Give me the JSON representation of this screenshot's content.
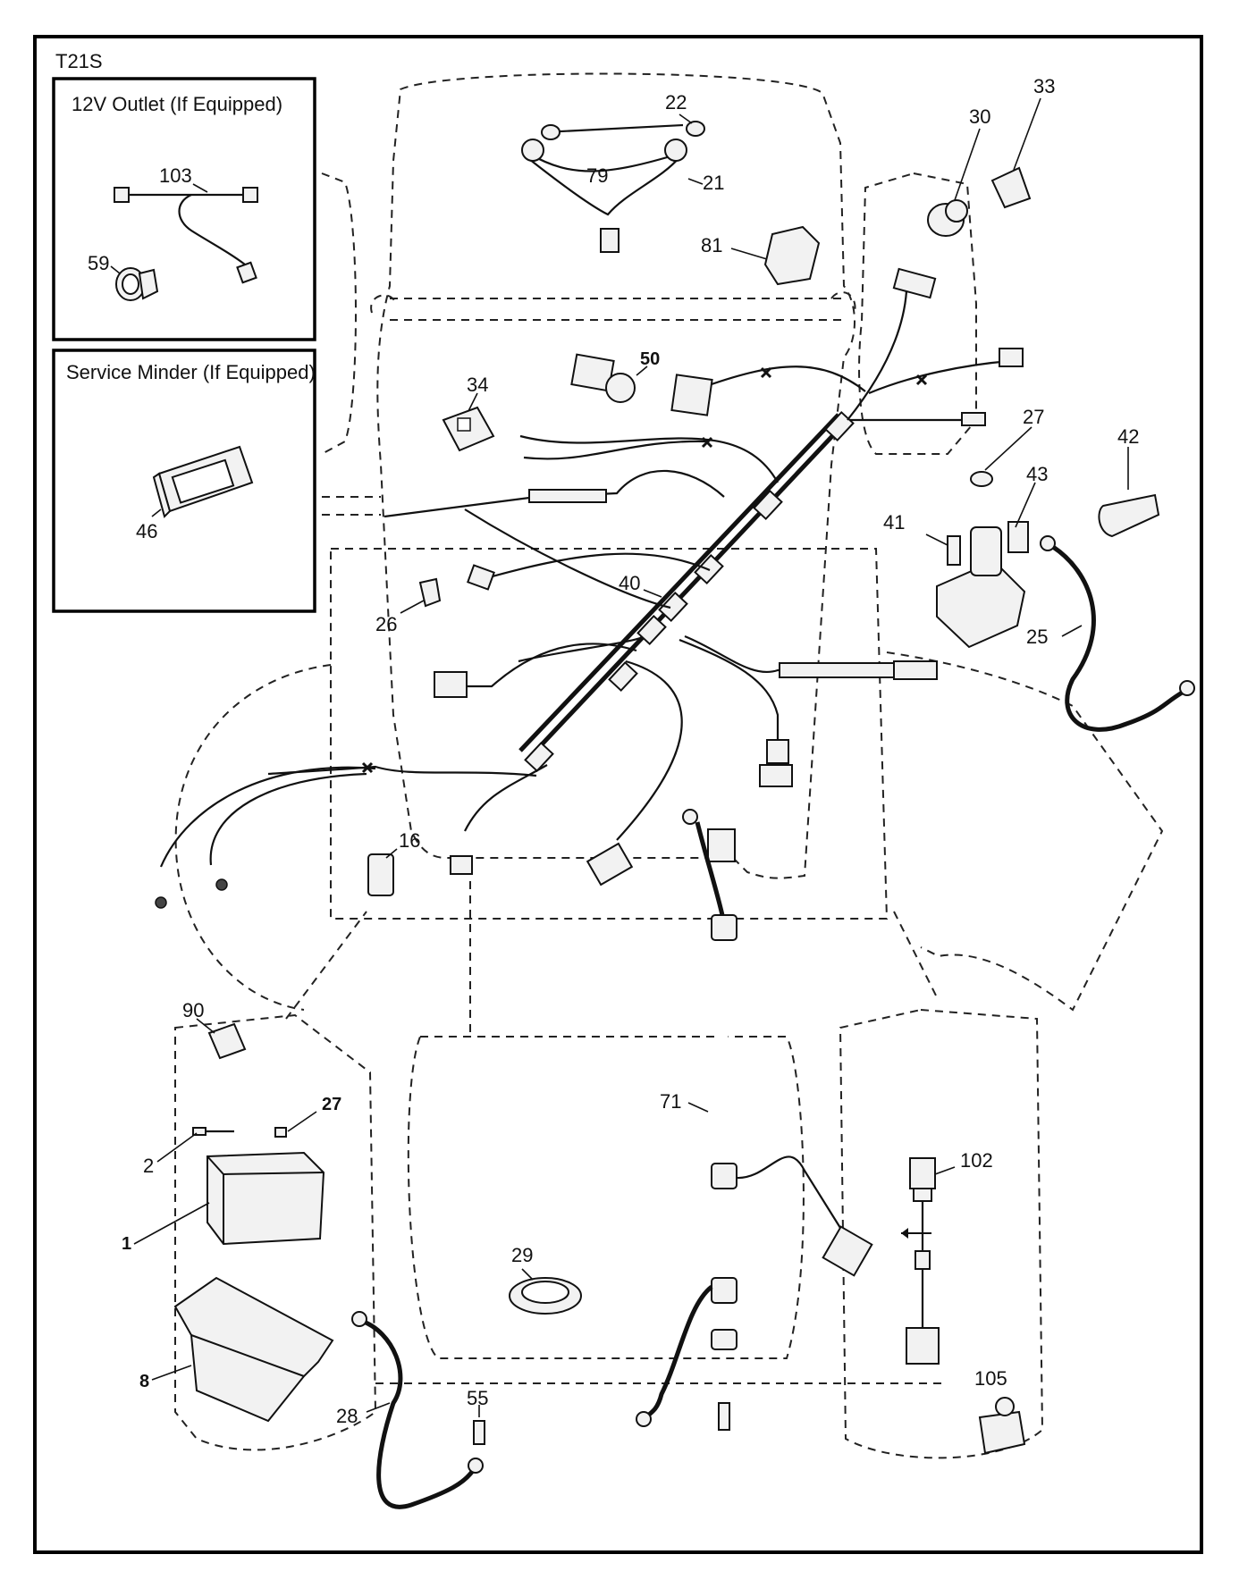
{
  "diagram": {
    "code": "T21S",
    "inset_boxes": [
      {
        "title": "12V Outlet (If Equipped)"
      },
      {
        "title": "Service Minder (If Equipped)"
      }
    ],
    "labels": {
      "p1": "1",
      "p2": "2",
      "p8": "8",
      "p16": "16",
      "p21": "21",
      "p22": "22",
      "p25": "25",
      "p26": "26",
      "p27a": "27",
      "p27b": "27",
      "p28": "28",
      "p29": "29",
      "p30": "30",
      "p33": "33",
      "p34": "34",
      "p40": "40",
      "p41": "41",
      "p42": "42",
      "p43": "43",
      "p46": "46",
      "p50": "50",
      "p55": "55",
      "p59": "59",
      "p71": "71",
      "p79": "79",
      "p81": "81",
      "p90": "90",
      "p102": "102",
      "p103": "103",
      "p105": "105"
    },
    "colors": {
      "line": "#111111",
      "background": "#ffffff"
    }
  }
}
